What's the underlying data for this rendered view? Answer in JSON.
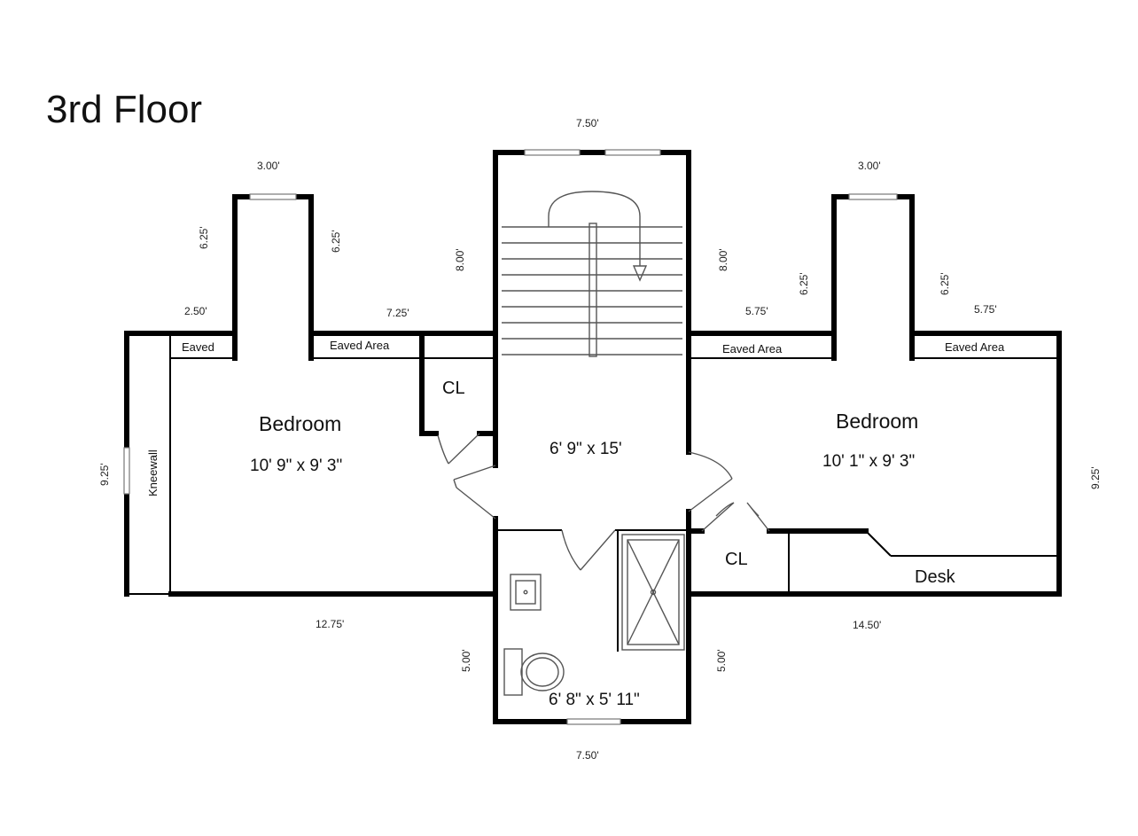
{
  "title": "3rd Floor",
  "rooms": {
    "left_bedroom": {
      "name": "Bedroom",
      "size": "10' 9\" x 9' 3\""
    },
    "right_bedroom": {
      "name": "Bedroom",
      "size": "10' 1\" x 9' 3\""
    },
    "hall": {
      "size": "6' 9\" x 15'"
    },
    "bath": {
      "size": "6' 8\" x 5' 11\""
    }
  },
  "labels": {
    "closet": "CL",
    "desk": "Desk",
    "kneewall": "Kneewall",
    "eaved": "Eaved",
    "eaved_area": "Eaved Area"
  },
  "dimensions": {
    "stair_top": "7.50'",
    "bath_bottom": "7.50'",
    "left_dormer_top": "3.00'",
    "right_dormer_top": "3.00'",
    "left_dormer_left": "6.25'",
    "left_dormer_right": "6.25'",
    "right_dormer_left": "6.25'",
    "right_dormer_right": "6.25'",
    "stair_left": "8.00'",
    "stair_right": "8.00'",
    "eaved_left": "2.50'",
    "eaved_mid_left": "7.25'",
    "eaved_mid_right": "5.75'",
    "eaved_right": "5.75'",
    "left_side": "9.25'",
    "right_side": "9.25'",
    "left_bottom": "12.75'",
    "right_bottom": "14.50'",
    "bath_left": "5.00'",
    "bath_right": "5.00'"
  }
}
